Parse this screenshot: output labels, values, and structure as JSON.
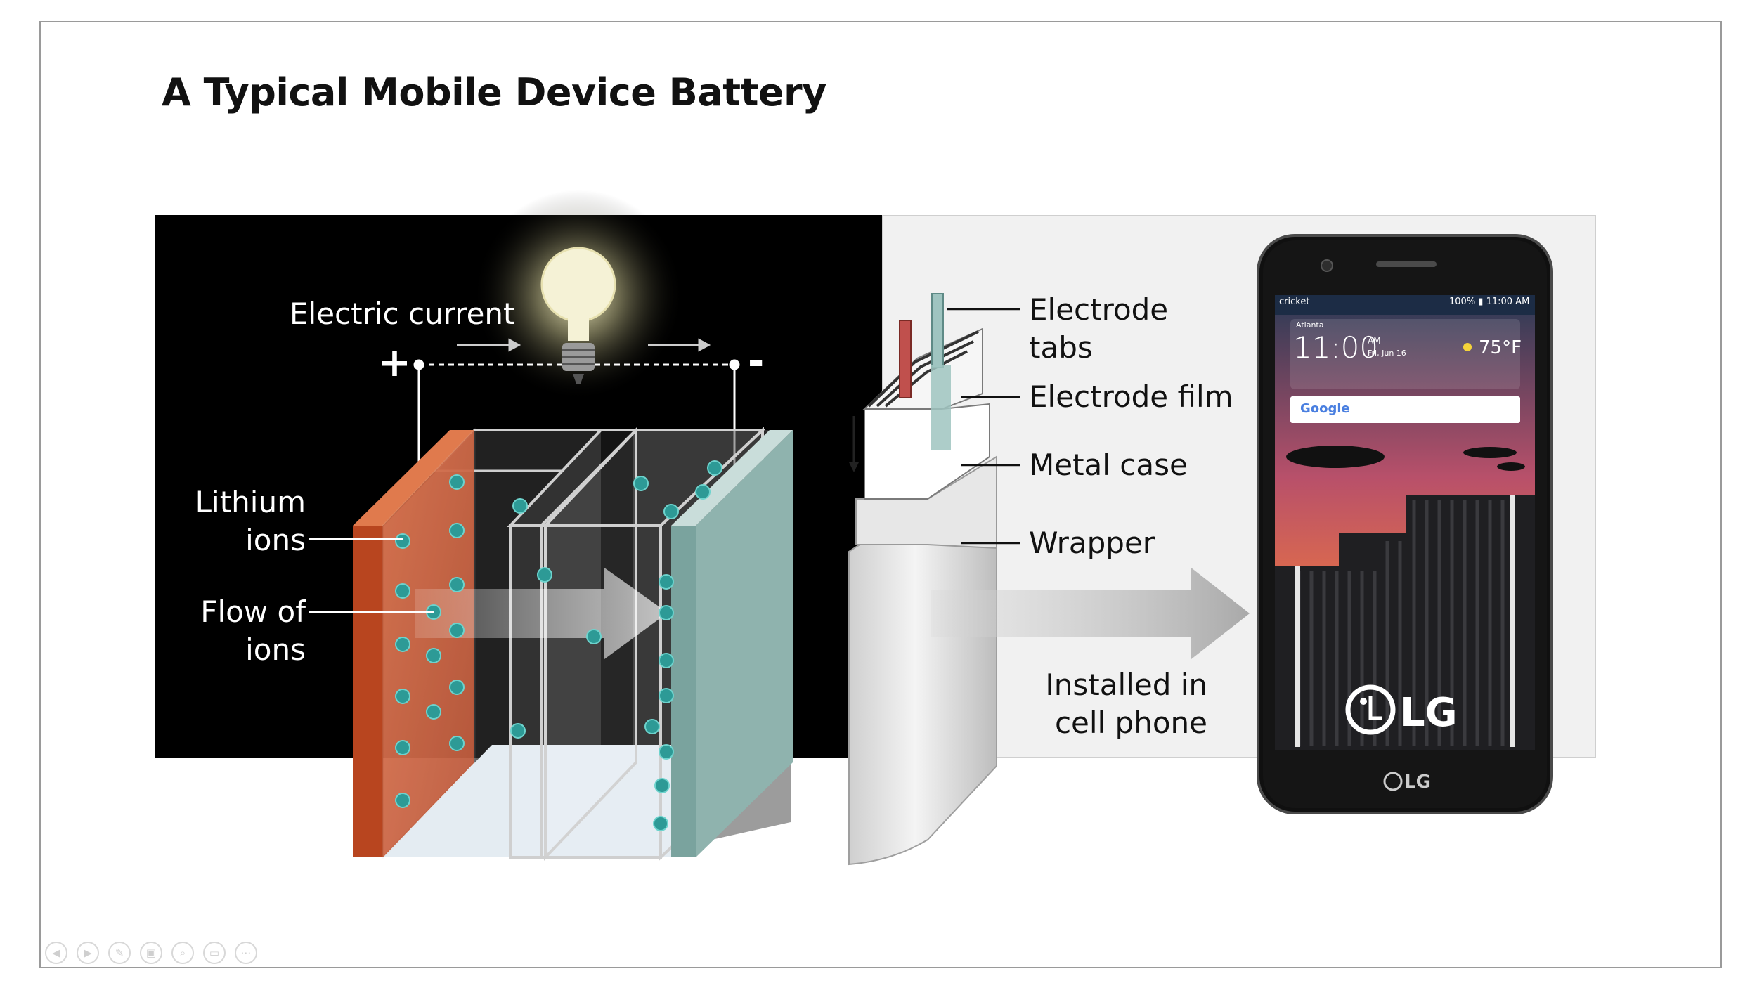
{
  "title": "A Typical Mobile Device Battery",
  "labels": {
    "electric_current": "Electric current",
    "plus": "+",
    "minus": "-",
    "lithium_ions_1": "Lithium",
    "lithium_ions_2": "ions",
    "flow_of_ions_1": "Flow of",
    "flow_of_ions_2": "ions",
    "electrode_tabs_1": "Electrode",
    "electrode_tabs_2": "tabs",
    "electrode_film": "Electrode film",
    "metal_case": "Metal case",
    "wrapper": "Wrapper",
    "installed_1": "Installed in",
    "installed_2": "cell phone"
  },
  "phone": {
    "carrier": "cricket",
    "status": "100% ▮ 11:00 AM",
    "city": "Atlanta",
    "time": "11:00",
    "ampm": "AM",
    "date": "Fri, Jun 16",
    "temp": "75°F",
    "search_brand": "Google",
    "brand": "LG"
  },
  "toolbar": [
    "previous-icon",
    "next-icon",
    "pen-icon",
    "slides-icon",
    "zoom-icon",
    "subtitles-icon",
    "more-icon"
  ],
  "colors": {
    "anode": "#c8552c",
    "cathode": "#8fb3ae",
    "ion": "#2d9a96",
    "dark_panel": "#000000",
    "light_panel": "#f1f1f1"
  }
}
